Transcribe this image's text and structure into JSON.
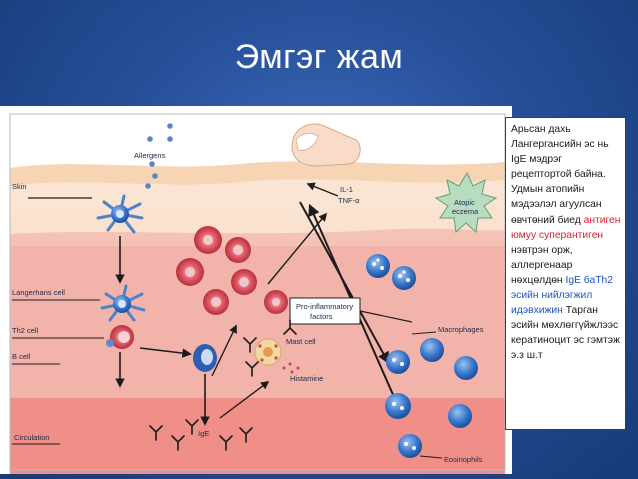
{
  "slide": {
    "title": "Эмгэг жам"
  },
  "diagram": {
    "labels": {
      "allergens": "Allergens",
      "skin": "Skin",
      "langerhans_cell": "Langerhans cell",
      "th2_cell": "Th2 cell",
      "b_cell": "B cell",
      "circulation": "Circulation",
      "ige": "IgE",
      "il1": "IL-1",
      "tnfa": "TNF-α",
      "atopic_eczema_line1": "Atopic",
      "atopic_eczema_line2": "eczema",
      "pro_inflammatory_line1": "Pro-inflammatory",
      "pro_inflammatory_line2": "factors",
      "mast_cell": "Mast cell",
      "histamine": "Histamine",
      "macrophages": "Macrophages",
      "eosinophils": "Eosinophils"
    },
    "colors": {
      "epidermis": "#f7dcc8",
      "dermis": "#f1b2aa",
      "circulation": "#f08e86",
      "red_cell": "#d8414f",
      "blue_cell": "#2f6fc4",
      "arrow": "#1c1c1c"
    }
  },
  "textbox": {
    "part1": "Арьсан дахь Лангергансийн эс нь IgE мэдрэг рецептортой байна. Удмын атопийн мэдээлэл агуулсан өвчтөний биед ",
    "part2_red": "антиген юмуу суперантиген",
    "part3": " нэвтрэн орж, аллергенаар нөхцөлдөн ",
    "part4_blue": "IgE баTh2 эсийн нийлэгжил идэвхижин",
    "part5": " Тарган эсийн мөхлөггүйжлээс кератиноцит эс гэмтэж э.з ш.т"
  }
}
